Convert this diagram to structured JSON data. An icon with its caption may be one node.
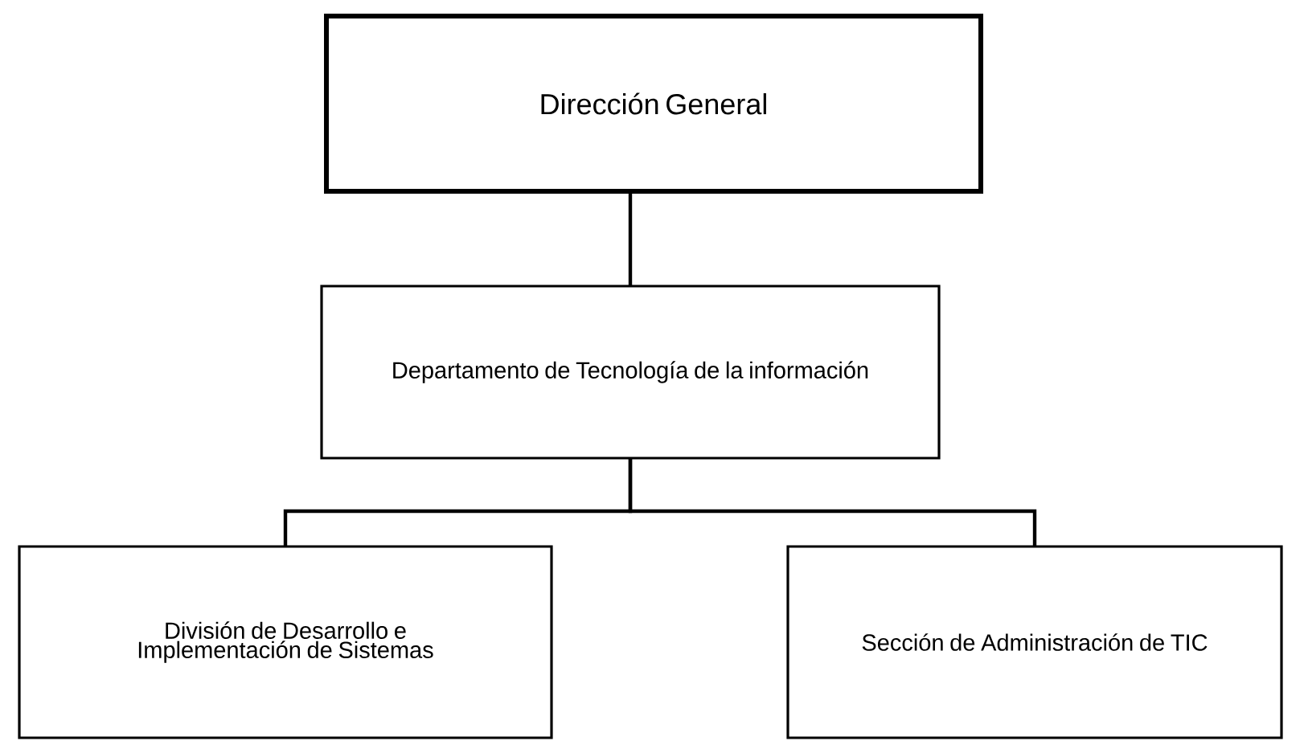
{
  "diagram": {
    "nodes": [
      {
        "text": [
          "Dirección General"
        ]
      },
      {
        "text": [
          "Departamento de Tecnología de la información"
        ]
      },
      {
        "text": [
          "División de Desarrollo e Implementación de Sistemas"
        ]
      },
      {
        "text": [
          "Sección de Administración de TIC"
        ]
      }
    ],
    "edges": [
      {
        "from": 0,
        "to": 1,
        "arrow": "none"
      },
      {
        "from": 1,
        "to": 2,
        "arrow": "none"
      },
      {
        "from": 1,
        "to": 3,
        "arrow": "none"
      }
    ]
  }
}
